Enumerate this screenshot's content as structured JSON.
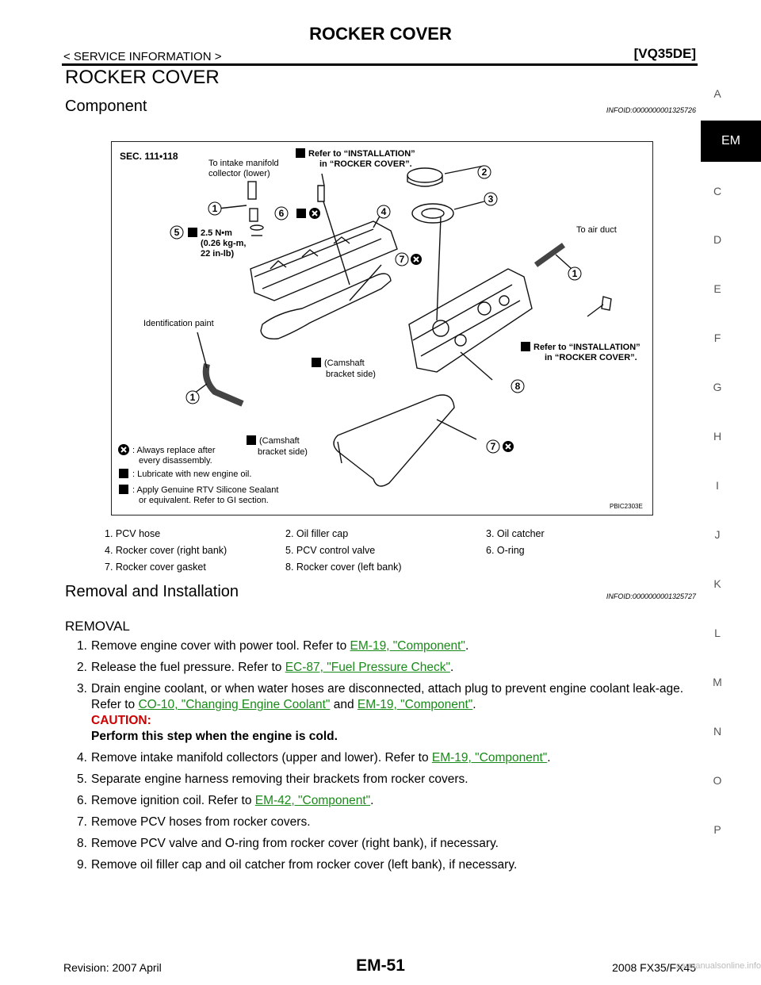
{
  "header": {
    "title": "ROCKER COVER",
    "breadcrumb": "< SERVICE INFORMATION >",
    "engine": "[VQ35DE]"
  },
  "side_index": {
    "letters": [
      "A",
      "C",
      "D",
      "E",
      "F",
      "G",
      "H",
      "I",
      "J",
      "K",
      "L",
      "M",
      "N",
      "O",
      "P"
    ],
    "active": "EM"
  },
  "section": {
    "title": "ROCKER COVER",
    "component_title": "Component",
    "component_info": "INFOID:0000000001325726",
    "removal_title": "Removal and Installation",
    "removal_info": "INFOID:0000000001325727",
    "removal_heading": "REMOVAL"
  },
  "diagram": {
    "sec": "SEC. 111•118",
    "code": "PBIC2303E",
    "callouts": {
      "intake1": "To intake manifold",
      "intake2": "collector (lower)",
      "refer_top1": "Refer to “INSTALLATION”",
      "refer_top2": "in “ROCKER COVER”.",
      "torque1": "2.5 N•m",
      "torque2": "(0.26 kg-m,",
      "torque3": "22 in-lb)",
      "to_air_duct": "To air duct",
      "ident_paint": "Identification paint",
      "camshaft1": "(Camshaft",
      "camshaft2": "bracket side)",
      "refer_right1": "Refer to “INSTALLATION”",
      "refer_right2": "in “ROCKER COVER”."
    },
    "legend": {
      "replace1": ": Always replace after",
      "replace2": "every disassembly.",
      "lubricate": ": Lubricate with new engine oil.",
      "rtv1": ": Apply Genuine RTV Silicone Sealant",
      "rtv2": "or equivalent. Refer to GI section."
    },
    "numbers": [
      "1",
      "2",
      "3",
      "4",
      "5",
      "6",
      "7",
      "8"
    ]
  },
  "parts": [
    [
      "1.  PCV hose",
      "2.  Oil filler cap",
      "3.  Oil catcher"
    ],
    [
      "4.  Rocker cover (right bank)",
      "5.  PCV control valve",
      "6.  O-ring"
    ],
    [
      "7.  Rocker cover gasket",
      "8.  Rocker cover (left bank)",
      ""
    ]
  ],
  "steps": {
    "s1_num": "1.",
    "s1_text": "Remove engine cover with power tool. Refer to ",
    "s1_link": "EM-19, \"Component\"",
    "s2_num": "2.",
    "s2_text": "Release the fuel pressure. Refer to ",
    "s2_link": "EC-87, \"Fuel Pressure Check\"",
    "s3_num": "3.",
    "s3_text": "Drain engine coolant, or when water hoses are disconnected, attach plug to prevent engine coolant leak-age. Refer to ",
    "s3_link1": "CO-10, \"Changing Engine Coolant\"",
    "s3_and": " and ",
    "s3_link2": "EM-19, \"Component\"",
    "s3_caution": "CAUTION:",
    "s3_caution_text": "Perform this step when the engine is cold.",
    "s4_num": "4.",
    "s4_text": "Remove intake manifold collectors (upper and lower). Refer to ",
    "s4_link": "EM-19, \"Component\"",
    "s5_num": "5.",
    "s5_text": "Separate engine harness removing their brackets from rocker covers.",
    "s6_num": "6.",
    "s6_text": "Remove ignition coil. Refer to ",
    "s6_link": "EM-42, \"Component\"",
    "s7_num": "7.",
    "s7_text": "Remove PCV hoses from rocker covers.",
    "s8_num": "8.",
    "s8_text": "Remove PCV valve and O-ring from rocker cover (right bank), if necessary.",
    "s9_num": "9.",
    "s9_text": "Remove oil filler cap and oil catcher from rocker cover (left bank), if necessary.",
    "period": "."
  },
  "footer": {
    "revision": "Revision: 2007 April",
    "page": "EM-51",
    "model": "2008 FX35/FX45",
    "watermark": "carmanualsonline.info"
  }
}
